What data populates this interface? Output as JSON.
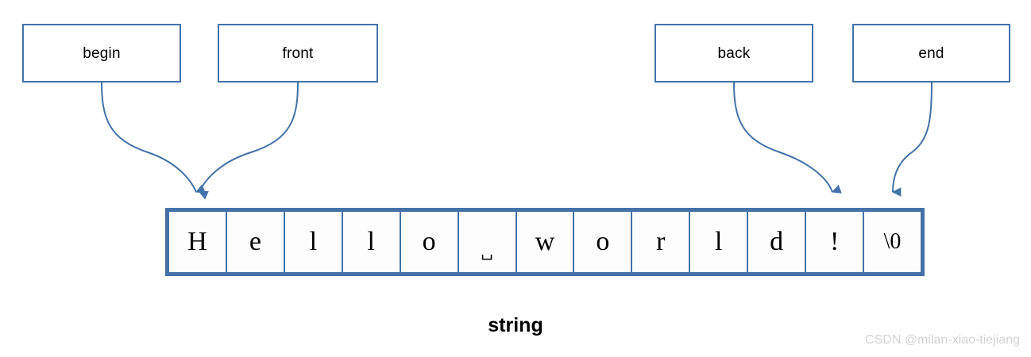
{
  "diagram": {
    "title": "string",
    "caption": "string",
    "watermark": "CSDN @milan-xiao-tiejiang",
    "accent_color": "#4472A8",
    "background_color": "#ffffff",
    "text_color": "#000000",
    "watermark_color": "#d2d2d2"
  },
  "pointers": [
    {
      "id": "begin",
      "label": "begin",
      "target_index": 0,
      "target_char": "H"
    },
    {
      "id": "front",
      "label": "front",
      "target_index": 0,
      "target_char": "H"
    },
    {
      "id": "back",
      "label": "back",
      "target_index": 11,
      "target_char": "!"
    },
    {
      "id": "end",
      "label": "end",
      "target_index": 12,
      "target_char": "\\0"
    }
  ],
  "string": {
    "value": "Hello world!",
    "cell_count": 13,
    "cells": [
      {
        "index": 0,
        "char": "H",
        "kind": "letter"
      },
      {
        "index": 1,
        "char": "e",
        "kind": "letter"
      },
      {
        "index": 2,
        "char": "l",
        "kind": "letter"
      },
      {
        "index": 3,
        "char": "l",
        "kind": "letter"
      },
      {
        "index": 4,
        "char": "o",
        "kind": "letter"
      },
      {
        "index": 5,
        "char": "␣",
        "kind": "space"
      },
      {
        "index": 6,
        "char": "w",
        "kind": "letter"
      },
      {
        "index": 7,
        "char": "o",
        "kind": "letter"
      },
      {
        "index": 8,
        "char": "r",
        "kind": "letter"
      },
      {
        "index": 9,
        "char": "l",
        "kind": "letter"
      },
      {
        "index": 10,
        "char": "d",
        "kind": "letter"
      },
      {
        "index": 11,
        "char": "!",
        "kind": "punctuation"
      },
      {
        "index": 12,
        "char": "\\0",
        "kind": "null-terminator"
      }
    ]
  }
}
